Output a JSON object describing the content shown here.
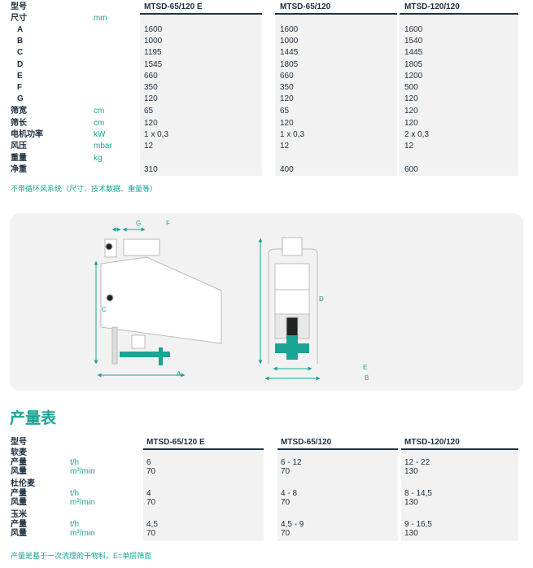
{
  "specs": {
    "header_label": "型号",
    "models": [
      "MTSD-65/120 E",
      "MTSD-65/120",
      "MTSD-120/120"
    ],
    "rows": [
      {
        "label": "尺寸",
        "unit": "mm",
        "values": [
          "",
          "",
          ""
        ]
      },
      {
        "label": "A",
        "unit": "",
        "values": [
          "1600",
          "1600",
          "1600"
        ],
        "indent": true
      },
      {
        "label": "B",
        "unit": "",
        "values": [
          "1000",
          "1000",
          "1540"
        ],
        "indent": true
      },
      {
        "label": "C",
        "unit": "",
        "values": [
          "1195",
          "1445",
          "1445"
        ],
        "indent": true
      },
      {
        "label": "D",
        "unit": "",
        "values": [
          "1545",
          "1805",
          "1805"
        ],
        "indent": true
      },
      {
        "label": "E",
        "unit": "",
        "values": [
          "660",
          "660",
          "1200"
        ],
        "indent": true
      },
      {
        "label": "F",
        "unit": "",
        "values": [
          "350",
          "350",
          "500"
        ],
        "indent": true
      },
      {
        "label": "G",
        "unit": "",
        "values": [
          "120",
          "120",
          "120"
        ],
        "indent": true
      },
      {
        "label": "筛宽",
        "unit": "cm",
        "values": [
          "65",
          "65",
          "120"
        ]
      },
      {
        "label": "筛长",
        "unit": "cm",
        "values": [
          "120",
          "120",
          "120"
        ]
      },
      {
        "label": "电机功率",
        "unit": "kW",
        "values": [
          "1 x 0,3",
          "1 x 0,3",
          "2 x 0,3"
        ]
      },
      {
        "label": "风压",
        "unit": "mbar",
        "values": [
          "12",
          "12",
          "12"
        ]
      },
      {
        "label": "重量",
        "unit": "kg",
        "values": [
          "",
          "",
          ""
        ]
      },
      {
        "label": "净重",
        "unit": "",
        "values": [
          "310",
          "400",
          "600"
        ]
      }
    ],
    "note": "不带循环风系统（尺寸、技术数据、重量等）"
  },
  "diagram": {
    "labels": [
      "G",
      "F",
      "C",
      "A",
      "D",
      "E",
      "B"
    ]
  },
  "capacity": {
    "title": "产量表",
    "header_label": "型号",
    "models": [
      "MTSD-65/120 E",
      "MTSD-65/120",
      "MTSD-120/120"
    ],
    "groups": [
      {
        "name": "软麦",
        "rows": [
          {
            "label": "产量",
            "unit": "t/h",
            "values": [
              "6",
              "6 - 12",
              "12 - 22"
            ]
          },
          {
            "label": "风量",
            "unit": "m³/min",
            "values": [
              "70",
              "70",
              "130"
            ]
          }
        ]
      },
      {
        "name": "杜伦麦",
        "rows": [
          {
            "label": "产量",
            "unit": "t/h",
            "values": [
              "4",
              "4 - 8",
              "8 - 14,5"
            ]
          },
          {
            "label": "风量",
            "unit": "m³/min",
            "values": [
              "70",
              "70",
              "130"
            ]
          }
        ]
      },
      {
        "name": "玉米",
        "rows": [
          {
            "label": "产量",
            "unit": "t/h",
            "values": [
              "4,5",
              "4,5 - 9",
              "9 - 16,5"
            ]
          },
          {
            "label": "风量",
            "unit": "m³/min",
            "values": [
              "70",
              "70",
              "130"
            ]
          }
        ]
      }
    ],
    "note": "产量是基于一次清理的干物料。E=单层筛面"
  },
  "colors": {
    "teal": "#19a493",
    "navy": "#1d3344",
    "gray": "#f2f2f2"
  }
}
